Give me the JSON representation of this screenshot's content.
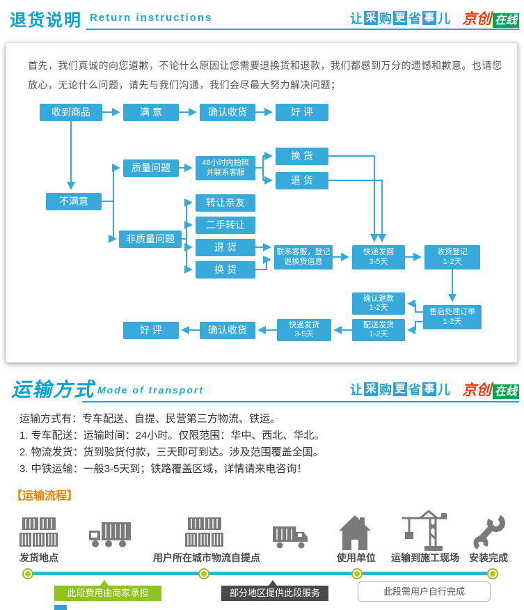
{
  "brand": {
    "slogan": [
      "让",
      "采",
      "购",
      "更",
      "省",
      "事",
      "儿"
    ],
    "logo_left": "京创",
    "logo_right": "在线"
  },
  "return_section": {
    "title": "退货说明",
    "subtitle": "Return instructions",
    "intro1": "首先，我们真诚的向您道歉，不论什么原因让您需要退换货和退款，我们都感到万分的遗憾和歉意。也请您",
    "intro2": "放心，无论什么问题，请先与我们沟通，我们会尽最大努力解决问题；",
    "nodes": {
      "received": "收到商品",
      "satisfied": "满 意",
      "confirm_receipt_top": "确认收货",
      "praise_top": "好 评",
      "quality_issue": "质量问题",
      "photo_48h": "48小时内拍照\n并联系客服",
      "exchange_top": "换 货",
      "return_top": "退 货",
      "unsatisfied": "不满意",
      "non_quality": "非质量问题",
      "transfer_friends": "转让亲友",
      "second_hand": "二手转让",
      "return_mid": "退 货",
      "exchange_mid": "换 货",
      "contact_service": "联系客服，登记\n退换货信息",
      "courier_back": "快递发回\n3-5天",
      "receipt_register": "收货登记\n1-2天",
      "confirm_refund": "确认退款\n1-2天",
      "after_sale": "售后处理订单\n1-2天",
      "dispatch": "配送发货\n1-2天",
      "courier_send": "快递发货\n3-5天",
      "confirm_receipt_bottom": "确认收货",
      "praise_bottom": "好 评"
    }
  },
  "transport_section": {
    "title": "运输方式",
    "subtitle": "Mode of transport",
    "lines": [
      "运输方式有：专车配送、自提、民营第三方物流、铁运。",
      "1. 专车配送：运输时间：24小时。仅限范围：华中、西北、华北。",
      "2. 物流发货：货到验货付款，三天即可到达。涉及范围覆盖全国。",
      "3. 中铁运输：一般3-5天到；铁路覆盖区域，详情请来电咨询！"
    ],
    "process_title": "【运输流程】",
    "step_labels": [
      "发货地点",
      "用户所在城市物流自提点",
      "使用单位",
      "运输到施工现场",
      "安装完成"
    ],
    "tags": {
      "merchant": "此段费用由商家承担",
      "partial": "部分地区提供此段服务",
      "user_self": "此段需用户自行完成"
    }
  },
  "colors": {
    "accent_cyan": "#1aa7d2",
    "flow_blue": "#38a9db",
    "orange": "#f18101",
    "tag_green": "#8fc320",
    "tag_dark": "#4a4a4a",
    "dot_green": "#b3ca16",
    "logo_red": "#e8380c",
    "logo_green": "#00a550",
    "icon_gray": "#7a7a7a"
  }
}
